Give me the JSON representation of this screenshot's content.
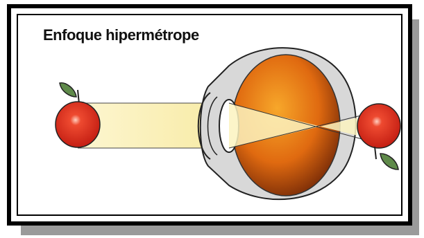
{
  "diagram": {
    "title": "Enfoque hipermétrope",
    "elements": {
      "object": "apple",
      "image": "apple-inverted",
      "eye": "eyeball-cross-section",
      "lens": "crystalline-lens",
      "cornea": "cornea"
    },
    "colors": {
      "frame": "#000000",
      "shadow": "#9a9a9a",
      "apple": "#e0321e",
      "leaf": "#5f8a4a",
      "beam": "#fbf3bf",
      "eye_inner": "#e06a10",
      "eye_dark": "#6b2306",
      "eye_outline": "#222222",
      "sclera": "#d8d8d8"
    }
  }
}
